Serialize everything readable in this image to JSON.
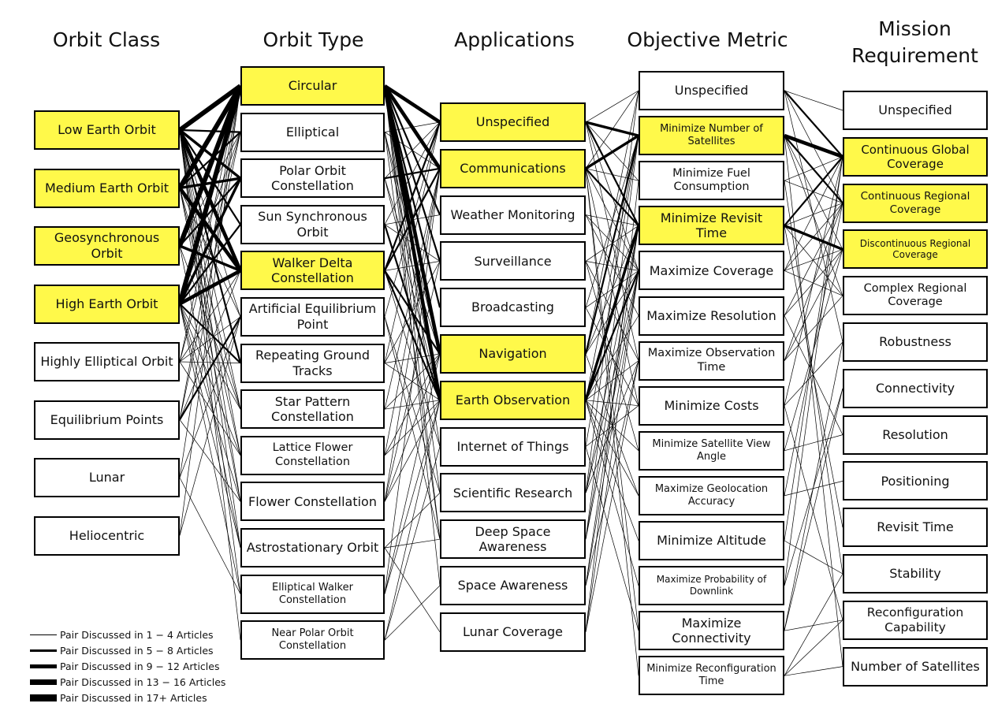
{
  "headers": {
    "orbit_class": "Orbit Class",
    "orbit_type": "Orbit Type",
    "applications": "Applications",
    "objective_metric": "Objective Metric",
    "mission_requirement": "Mission Requirement"
  },
  "colors": {
    "highlight": "#fff94a",
    "line": "#000000"
  },
  "columns": {
    "orbit_class": [
      {
        "label": "Low Earth Orbit",
        "hl": true
      },
      {
        "label": "Medium Earth Orbit",
        "hl": true
      },
      {
        "label": "Geosynchronous Orbit",
        "hl": true
      },
      {
        "label": "High Earth Orbit",
        "hl": true
      },
      {
        "label": "Highly Elliptical Orbit",
        "hl": false
      },
      {
        "label": "Equilibrium Points",
        "hl": false
      },
      {
        "label": "Lunar",
        "hl": false
      },
      {
        "label": "Heliocentric",
        "hl": false
      }
    ],
    "orbit_type": [
      {
        "label": "Circular",
        "hl": true
      },
      {
        "label": "Elliptical",
        "hl": false
      },
      {
        "label": "Polar Orbit Constellation",
        "hl": false
      },
      {
        "label": "Sun Synchronous Orbit",
        "hl": false
      },
      {
        "label": "Walker Delta Constellation",
        "hl": true
      },
      {
        "label": "Artificial Equilibrium Point",
        "hl": false
      },
      {
        "label": "Repeating Ground Tracks",
        "hl": false
      },
      {
        "label": "Star Pattern Constellation",
        "hl": false
      },
      {
        "label": "Lattice Flower Constellation",
        "hl": false
      },
      {
        "label": "Flower Constellation",
        "hl": false
      },
      {
        "label": "Astrostationary Orbit",
        "hl": false
      },
      {
        "label": "Elliptical Walker Constellation",
        "hl": false
      },
      {
        "label": "Near Polar Orbit Constellation",
        "hl": false
      }
    ],
    "applications": [
      {
        "label": "Unspecified",
        "hl": true
      },
      {
        "label": "Communications",
        "hl": true
      },
      {
        "label": "Weather Monitoring",
        "hl": false
      },
      {
        "label": "Surveillance",
        "hl": false
      },
      {
        "label": "Broadcasting",
        "hl": false
      },
      {
        "label": "Navigation",
        "hl": true
      },
      {
        "label": "Earth Observation",
        "hl": true
      },
      {
        "label": "Internet of Things",
        "hl": false
      },
      {
        "label": "Scientific Research",
        "hl": false
      },
      {
        "label": "Deep Space Awareness",
        "hl": false
      },
      {
        "label": "Space Awareness",
        "hl": false
      },
      {
        "label": "Lunar Coverage",
        "hl": false
      }
    ],
    "objective_metric": [
      {
        "label": "Unspecified",
        "hl": false
      },
      {
        "label": "Minimize Number of Satellites",
        "hl": true
      },
      {
        "label": "Minimize Fuel Consumption",
        "hl": false
      },
      {
        "label": "Minimize Revisit Time",
        "hl": true
      },
      {
        "label": "Maximize Coverage",
        "hl": false
      },
      {
        "label": "Maximize Resolution",
        "hl": false
      },
      {
        "label": "Maximize Observation Time",
        "hl": false
      },
      {
        "label": "Minimize Costs",
        "hl": false
      },
      {
        "label": "Minimize Satellite View Angle",
        "hl": false
      },
      {
        "label": "Maximize Geolocation Accuracy",
        "hl": false
      },
      {
        "label": "Minimize Altitude",
        "hl": false
      },
      {
        "label": "Maximize Probability of Downlink",
        "hl": false
      },
      {
        "label": "Maximize Connectivity",
        "hl": false
      },
      {
        "label": "Minimize Reconfiguration Time",
        "hl": false
      }
    ],
    "mission_requirement": [
      {
        "label": "Unspecified",
        "hl": false
      },
      {
        "label": "Continuous Global Coverage",
        "hl": true
      },
      {
        "label": "Continuous Regional Coverage",
        "hl": true
      },
      {
        "label": "Discontinuous Regional Coverage",
        "hl": true
      },
      {
        "label": "Complex Regional Coverage",
        "hl": false
      },
      {
        "label": "Robustness",
        "hl": false
      },
      {
        "label": "Connectivity",
        "hl": false
      },
      {
        "label": "Resolution",
        "hl": false
      },
      {
        "label": "Positioning",
        "hl": false
      },
      {
        "label": "Revisit Time",
        "hl": false
      },
      {
        "label": "Stability",
        "hl": false
      },
      {
        "label": "Reconfiguration Capability",
        "hl": false
      },
      {
        "label": "Number of Satellites",
        "hl": false
      }
    ]
  },
  "legend": [
    {
      "label": "Pair Discussed in 1 − 4 Articles",
      "level": 1
    },
    {
      "label": "Pair Discussed in 5 − 8 Articles",
      "level": 2
    },
    {
      "label": "Pair Discussed in 9 − 12 Articles",
      "level": 3
    },
    {
      "label": "Pair Discussed in 13 − 16 Articles",
      "level": 4
    },
    {
      "label": "Pair Discussed in 17+ Articles",
      "level": 5
    }
  ],
  "links": {
    "class_to_type": [
      [
        0,
        0,
        5
      ],
      [
        1,
        0,
        5
      ],
      [
        2,
        0,
        5
      ],
      [
        3,
        0,
        5
      ],
      [
        0,
        4,
        4
      ],
      [
        1,
        4,
        4
      ],
      [
        2,
        4,
        3
      ],
      [
        3,
        4,
        4
      ],
      [
        0,
        2,
        3
      ],
      [
        1,
        2,
        3
      ],
      [
        3,
        2,
        3
      ],
      [
        0,
        6,
        2
      ],
      [
        3,
        6,
        2
      ],
      [
        5,
        5,
        2
      ],
      [
        3,
        3,
        2
      ],
      [
        0,
        3,
        2
      ],
      [
        2,
        2,
        2
      ],
      [
        0,
        1,
        2
      ],
      [
        1,
        1,
        2
      ],
      [
        2,
        1,
        1
      ],
      [
        3,
        1,
        1
      ],
      [
        4,
        0,
        1
      ],
      [
        4,
        1,
        1
      ],
      [
        4,
        4,
        1
      ],
      [
        4,
        5,
        1
      ],
      [
        4,
        6,
        1
      ],
      [
        4,
        8,
        1
      ],
      [
        5,
        0,
        1
      ],
      [
        5,
        1,
        1
      ],
      [
        5,
        4,
        1
      ],
      [
        5,
        9,
        1
      ],
      [
        6,
        0,
        1
      ],
      [
        6,
        5,
        1
      ],
      [
        6,
        11,
        1
      ],
      [
        7,
        0,
        1
      ],
      [
        7,
        5,
        1
      ],
      [
        0,
        7,
        1
      ],
      [
        0,
        8,
        1
      ],
      [
        0,
        9,
        1
      ],
      [
        0,
        10,
        1
      ],
      [
        0,
        11,
        1
      ],
      [
        0,
        12,
        1
      ],
      [
        1,
        7,
        1
      ],
      [
        1,
        8,
        1
      ],
      [
        1,
        9,
        1
      ],
      [
        2,
        7,
        1
      ],
      [
        2,
        10,
        1
      ],
      [
        3,
        7,
        1
      ],
      [
        3,
        8,
        1
      ],
      [
        3,
        9,
        1
      ],
      [
        3,
        10,
        1
      ],
      [
        3,
        11,
        1
      ],
      [
        0,
        5,
        1
      ],
      [
        1,
        5,
        1
      ]
    ],
    "type_to_app": [
      [
        0,
        0,
        4
      ],
      [
        0,
        1,
        4
      ],
      [
        0,
        5,
        4
      ],
      [
        0,
        6,
        4
      ],
      [
        0,
        3,
        2
      ],
      [
        0,
        2,
        2
      ],
      [
        0,
        4,
        2
      ],
      [
        0,
        7,
        1
      ],
      [
        0,
        8,
        1
      ],
      [
        0,
        9,
        1
      ],
      [
        0,
        10,
        1
      ],
      [
        4,
        0,
        2
      ],
      [
        4,
        1,
        2
      ],
      [
        4,
        6,
        2
      ],
      [
        4,
        5,
        2
      ],
      [
        4,
        3,
        1
      ],
      [
        4,
        7,
        1
      ],
      [
        1,
        0,
        1
      ],
      [
        1,
        1,
        1
      ],
      [
        1,
        5,
        1
      ],
      [
        1,
        6,
        1
      ],
      [
        1,
        9,
        1
      ],
      [
        2,
        0,
        1
      ],
      [
        2,
        1,
        2
      ],
      [
        2,
        6,
        1
      ],
      [
        2,
        5,
        1
      ],
      [
        3,
        6,
        2
      ],
      [
        3,
        2,
        1
      ],
      [
        3,
        3,
        1
      ],
      [
        3,
        0,
        1
      ],
      [
        5,
        0,
        1
      ],
      [
        5,
        8,
        1
      ],
      [
        5,
        9,
        1
      ],
      [
        6,
        6,
        1
      ],
      [
        6,
        3,
        1
      ],
      [
        6,
        5,
        1
      ],
      [
        6,
        0,
        1
      ],
      [
        7,
        1,
        1
      ],
      [
        7,
        5,
        1
      ],
      [
        7,
        6,
        1
      ],
      [
        8,
        1,
        1
      ],
      [
        8,
        6,
        1
      ],
      [
        8,
        5,
        1
      ],
      [
        9,
        1,
        1
      ],
      [
        9,
        6,
        1
      ],
      [
        9,
        5,
        1
      ],
      [
        9,
        3,
        1
      ],
      [
        10,
        8,
        1
      ],
      [
        10,
        9,
        1
      ],
      [
        10,
        11,
        1
      ],
      [
        11,
        1,
        1
      ],
      [
        11,
        5,
        1
      ],
      [
        11,
        6,
        1
      ],
      [
        12,
        6,
        1
      ],
      [
        12,
        7,
        1
      ],
      [
        12,
        10,
        1
      ]
    ],
    "app_to_metric": [
      [
        0,
        1,
        3
      ],
      [
        1,
        1,
        3
      ],
      [
        1,
        3,
        2
      ],
      [
        0,
        3,
        2
      ],
      [
        6,
        3,
        3
      ],
      [
        5,
        1,
        2
      ],
      [
        6,
        4,
        2
      ],
      [
        0,
        0,
        1
      ],
      [
        0,
        2,
        1
      ],
      [
        0,
        4,
        1
      ],
      [
        0,
        6,
        1
      ],
      [
        1,
        0,
        1
      ],
      [
        1,
        2,
        1
      ],
      [
        1,
        4,
        1
      ],
      [
        1,
        7,
        1
      ],
      [
        1,
        12,
        1
      ],
      [
        1,
        13,
        1
      ],
      [
        2,
        4,
        1
      ],
      [
        2,
        3,
        1
      ],
      [
        2,
        5,
        1
      ],
      [
        3,
        3,
        1
      ],
      [
        3,
        4,
        1
      ],
      [
        3,
        6,
        1
      ],
      [
        3,
        8,
        1
      ],
      [
        4,
        1,
        1
      ],
      [
        4,
        4,
        1
      ],
      [
        4,
        7,
        1
      ],
      [
        5,
        3,
        1
      ],
      [
        5,
        4,
        1
      ],
      [
        5,
        9,
        1
      ],
      [
        5,
        0,
        1
      ],
      [
        6,
        1,
        1
      ],
      [
        6,
        5,
        1
      ],
      [
        6,
        6,
        1
      ],
      [
        6,
        7,
        1
      ],
      [
        6,
        8,
        1
      ],
      [
        6,
        9,
        1
      ],
      [
        6,
        10,
        1
      ],
      [
        6,
        11,
        1
      ],
      [
        7,
        1,
        1
      ],
      [
        7,
        12,
        1
      ],
      [
        7,
        7,
        1
      ],
      [
        8,
        0,
        1
      ],
      [
        8,
        4,
        1
      ],
      [
        8,
        6,
        1
      ],
      [
        8,
        3,
        1
      ],
      [
        9,
        4,
        1
      ],
      [
        9,
        1,
        1
      ],
      [
        9,
        3,
        1
      ],
      [
        10,
        4,
        1
      ],
      [
        10,
        6,
        1
      ],
      [
        10,
        3,
        1
      ],
      [
        11,
        4,
        1
      ],
      [
        11,
        6,
        1
      ],
      [
        11,
        2,
        1
      ]
    ],
    "metric_to_req": [
      [
        1,
        1,
        4
      ],
      [
        3,
        3,
        3
      ],
      [
        1,
        2,
        2
      ],
      [
        3,
        1,
        2
      ],
      [
        0,
        1,
        2
      ],
      [
        0,
        0,
        1
      ],
      [
        0,
        2,
        1
      ],
      [
        0,
        5,
        1
      ],
      [
        1,
        3,
        1
      ],
      [
        1,
        4,
        1
      ],
      [
        1,
        12,
        1
      ],
      [
        2,
        1,
        1
      ],
      [
        2,
        2,
        1
      ],
      [
        2,
        10,
        1
      ],
      [
        3,
        2,
        1
      ],
      [
        3,
        9,
        1
      ],
      [
        3,
        4,
        1
      ],
      [
        4,
        1,
        1
      ],
      [
        4,
        2,
        1
      ],
      [
        4,
        3,
        1
      ],
      [
        4,
        4,
        1
      ],
      [
        5,
        7,
        1
      ],
      [
        5,
        2,
        1
      ],
      [
        5,
        3,
        1
      ],
      [
        6,
        2,
        1
      ],
      [
        6,
        3,
        1
      ],
      [
        6,
        4,
        1
      ],
      [
        7,
        1,
        1
      ],
      [
        7,
        5,
        1
      ],
      [
        7,
        11,
        1
      ],
      [
        8,
        3,
        1
      ],
      [
        8,
        7,
        1
      ],
      [
        9,
        8,
        1
      ],
      [
        9,
        2,
        1
      ],
      [
        10,
        1,
        1
      ],
      [
        10,
        10,
        1
      ],
      [
        11,
        6,
        1
      ],
      [
        11,
        1,
        1
      ],
      [
        12,
        6,
        1
      ],
      [
        12,
        5,
        1
      ],
      [
        12,
        11,
        1
      ],
      [
        13,
        11,
        1
      ],
      [
        13,
        12,
        1
      ],
      [
        13,
        10,
        1
      ]
    ]
  }
}
